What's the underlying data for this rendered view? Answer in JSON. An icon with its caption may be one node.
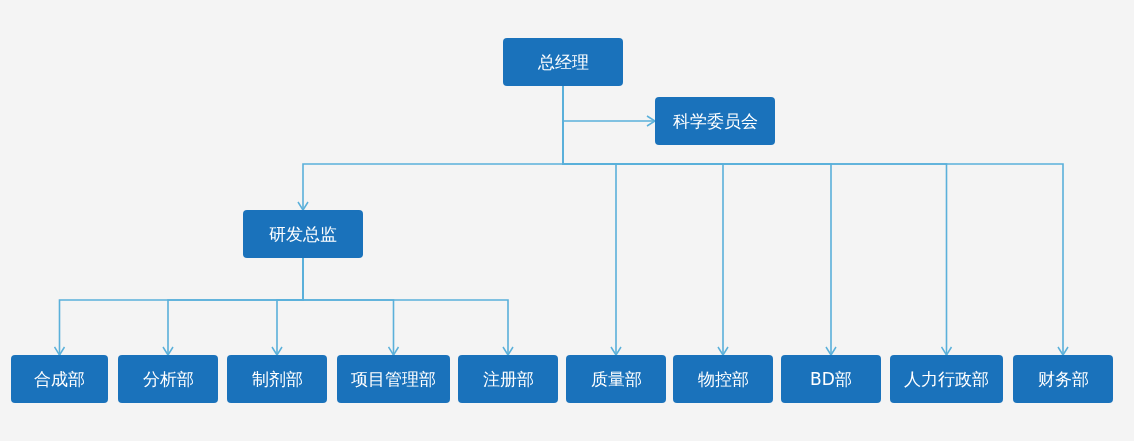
{
  "diagram": {
    "nodes": [
      {
        "text": [
          "总经理"
        ]
      },
      {
        "text": [
          "科学委员会"
        ]
      },
      {
        "text": [
          "研发总监"
        ]
      },
      {
        "text": [
          "合成部"
        ]
      },
      {
        "text": [
          "分析部"
        ]
      },
      {
        "text": [
          "制剂部"
        ]
      },
      {
        "text": [
          "项目管理部"
        ]
      },
      {
        "text": [
          "注册部"
        ]
      },
      {
        "text": [
          "质量部"
        ]
      },
      {
        "text": [
          "物控部"
        ]
      },
      {
        "text": [
          "BD部"
        ]
      },
      {
        "text": [
          "人力行政部"
        ]
      },
      {
        "text": [
          "财务部"
        ]
      }
    ],
    "edges": [
      {
        "from": 0,
        "to": 1,
        "arrow": "to"
      },
      {
        "from": 0,
        "to": 2,
        "arrow": "to"
      },
      {
        "from": 0,
        "to": 8,
        "arrow": "to"
      },
      {
        "from": 0,
        "to": 9,
        "arrow": "to"
      },
      {
        "from": 0,
        "to": 10,
        "arrow": "to"
      },
      {
        "from": 0,
        "to": 11,
        "arrow": "to"
      },
      {
        "from": 0,
        "to": 12,
        "arrow": "to"
      },
      {
        "from": 2,
        "to": 3,
        "arrow": "to"
      },
      {
        "from": 2,
        "to": 4,
        "arrow": "to"
      },
      {
        "from": 2,
        "to": 5,
        "arrow": "to"
      },
      {
        "from": 2,
        "to": 6,
        "arrow": "to"
      },
      {
        "from": 2,
        "to": 7,
        "arrow": "to"
      }
    ]
  }
}
